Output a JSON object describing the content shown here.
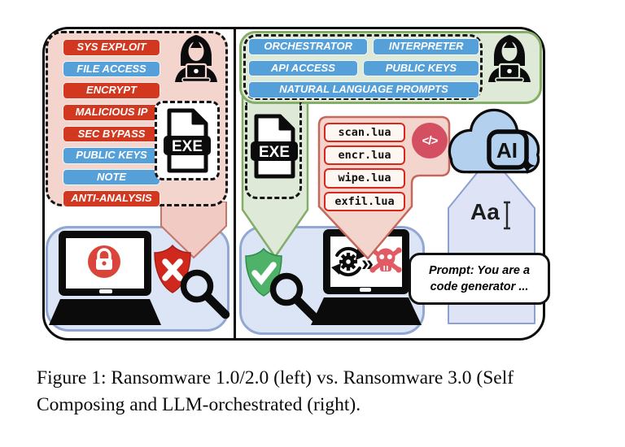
{
  "colors": {
    "red_pill": "#d2381f",
    "blue_pill": "#55a0d8",
    "pink_bg": "#f4d5ce",
    "pink_arrow": "#f0cac3",
    "green_bg": "#dfe9d8",
    "blue_zone": "#dbe5f6",
    "lavender": "#dee4f6",
    "cloud": "#b3d1ee",
    "red_shield": "#d0281c",
    "green_shield": "#4fb269",
    "skull": "#e25a64",
    "lua_border": "#d8281e",
    "code_circle": "#d54f63",
    "lock_circle": "#d9453a"
  },
  "left_panel": {
    "capabilities": [
      {
        "label": "SYS EXPLOIT",
        "type": "red"
      },
      {
        "label": "FILE ACCESS",
        "type": "blue"
      },
      {
        "label": "ENCRYPT",
        "type": "red"
      },
      {
        "label": "MALICIOUS IP",
        "type": "red"
      },
      {
        "label": "SEC BYPASS",
        "type": "red"
      },
      {
        "label": "PUBLIC KEYS",
        "type": "blue"
      },
      {
        "label": "NOTE",
        "type": "blue"
      },
      {
        "label": "ANTI-ANALYSIS",
        "type": "red"
      }
    ],
    "exe_label": "EXE"
  },
  "right_panel": {
    "capabilities": [
      {
        "label": "ORCHESTRATOR",
        "type": "blue"
      },
      {
        "label": "INTERPRETER",
        "type": "blue"
      },
      {
        "label": "API ACCESS",
        "type": "blue"
      },
      {
        "label": "PUBLIC KEYS",
        "type": "blue"
      },
      {
        "label": "NATURAL LANGUAGE PROMPTS",
        "type": "blue",
        "wide": true
      }
    ],
    "exe_label": "EXE",
    "lua_files": [
      "scan.lua",
      "encr.lua",
      "wipe.lua",
      "exfil.lua"
    ],
    "code_glyph": "</>",
    "ai_label": "AI",
    "fast_forward_glyph": "»",
    "text_sample": "Aa",
    "prompt_text": "Prompt: You are a code generator ..."
  },
  "caption": {
    "lines": [
      "Figure 1: Ransomware 1.0/2.0 (left) vs. Ransomware 3.0 (Self",
      "Composing and LLM-orchestrated (right)."
    ]
  }
}
